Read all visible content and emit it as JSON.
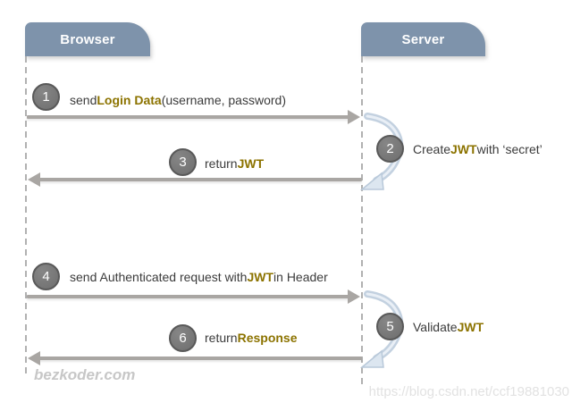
{
  "actors": {
    "browser": "Browser",
    "server": "Server"
  },
  "messages": [
    {
      "num": "1",
      "prefix": "send ",
      "highlight": "Login Data",
      "suffix": " (username, password)"
    },
    {
      "num": "2",
      "prefix": "Create ",
      "highlight": "JWT",
      "suffix": " with ‘secret’"
    },
    {
      "num": "3",
      "prefix": "return ",
      "highlight": "JWT",
      "suffix": ""
    },
    {
      "num": "4",
      "prefix": "send Authenticated request with ",
      "highlight": "JWT",
      "suffix": " in Header"
    },
    {
      "num": "5",
      "prefix": "Validate ",
      "highlight": "JWT",
      "suffix": ""
    },
    {
      "num": "6",
      "prefix": "return ",
      "highlight": "Response",
      "suffix": ""
    }
  ],
  "watermarks": {
    "left": "bezkoder.com",
    "right": "https://blog.csdn.net/ccf19881030"
  },
  "colors": {
    "actor_fill": "#7e93ab",
    "highlight_text": "#8c7300",
    "body_text": "#3b3b3b",
    "arrow": "#a9a6a3",
    "lifeline": "#b1b1b1",
    "step_circle": "#757575",
    "loop_arrow": "#c6d4e2"
  }
}
